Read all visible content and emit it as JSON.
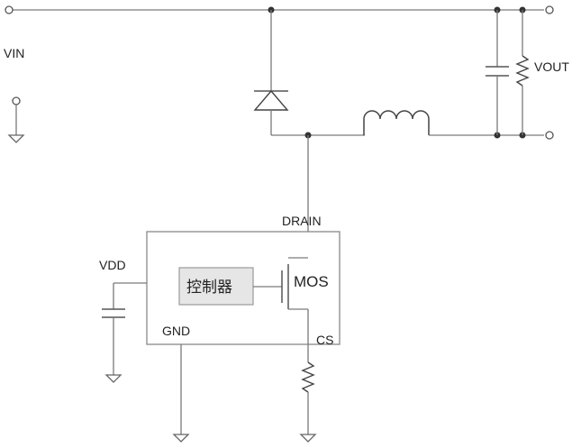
{
  "labels": {
    "vin": "VIN",
    "vout": "VOUT",
    "drain": "DRAIN",
    "vdd": "VDD",
    "gnd": "GND",
    "cs": "CS",
    "mos": "MOS",
    "controller": "控制器"
  },
  "colors": {
    "wire": "#7a7a7a",
    "node": "#333333",
    "controller_fill": "#e6e6e6"
  }
}
